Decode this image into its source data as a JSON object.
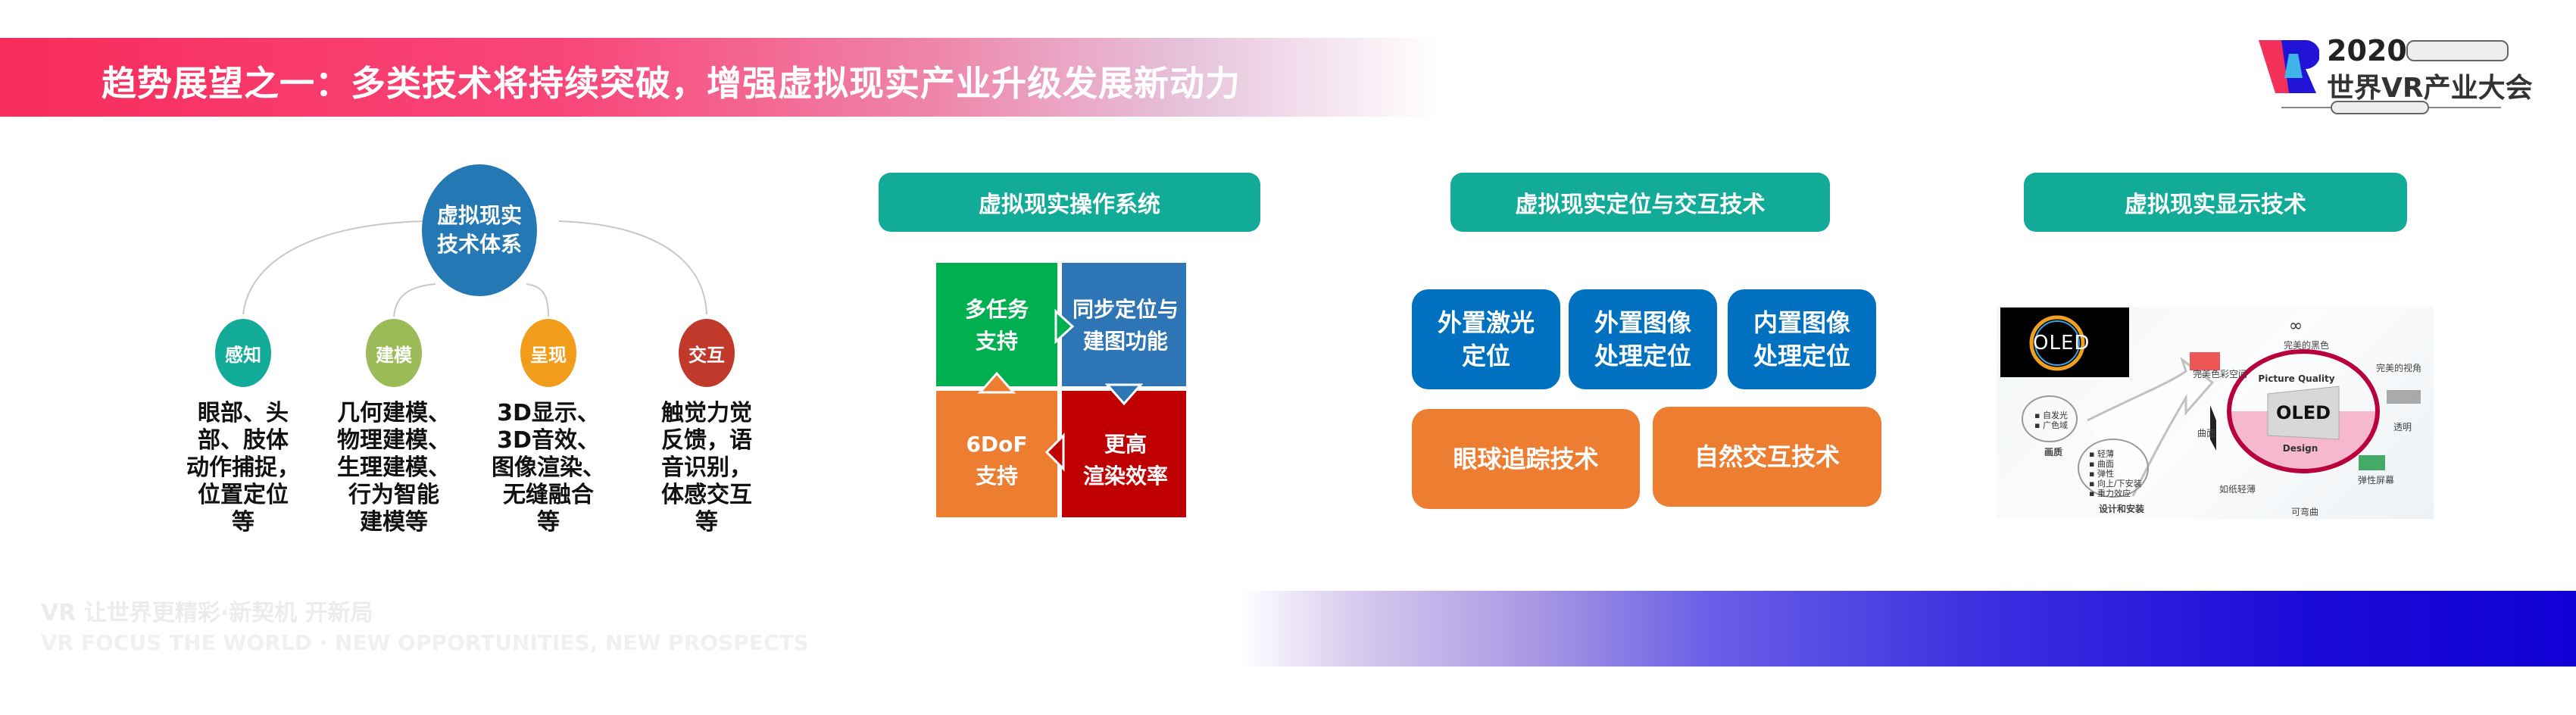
{
  "header": {
    "title": "趋势展望之一：多类技术将持续突破，增强虚拟现实产业升级发展新动力"
  },
  "logo": {
    "year": "2020",
    "name": "世界VR产业大会"
  },
  "tech_system": {
    "center": "虚拟现实技术体系",
    "center_lines": [
      "虚拟现实",
      "技术体系"
    ],
    "branches": [
      {
        "label": "感知",
        "color": "#12ab98",
        "lines": [
          "眼部、头",
          "部、肢体",
          "动作捕捉，",
          "位置定位",
          "等"
        ]
      },
      {
        "label": "建模",
        "color": "#9bbb59",
        "lines": [
          "几何建模、",
          "物理建模、",
          "生理建模、",
          "行为智能",
          "建模等"
        ]
      },
      {
        "label": "呈现",
        "color": "#f29c1b",
        "lines": [
          "3D显示、",
          "3D音效、",
          "图像渲染、",
          "无缝融合",
          "等"
        ]
      },
      {
        "label": "交互",
        "color": "#c0392b",
        "lines": [
          "触觉力觉",
          "反馈，语",
          "音识别，",
          "体感交互",
          "等"
        ]
      }
    ]
  },
  "os": {
    "title": "虚拟现实操作系统",
    "tiles": [
      {
        "lines": [
          "多任务",
          "支持"
        ],
        "color": "#00b050"
      },
      {
        "lines": [
          "同步定位与",
          "建图功能"
        ],
        "color": "#2e75b6"
      },
      {
        "lines": [
          "6DoF",
          "支持"
        ],
        "color": "#ed7d31"
      },
      {
        "lines": [
          "更高",
          "渲染效率"
        ],
        "color": "#c00000"
      }
    ]
  },
  "interaction": {
    "title": "虚拟现实定位与交互技术",
    "positioning": [
      {
        "lines": [
          "外置激光",
          "定位"
        ]
      },
      {
        "lines": [
          "外置图像",
          "处理定位"
        ]
      },
      {
        "lines": [
          "内置图像",
          "处理定位"
        ]
      }
    ],
    "interaction": [
      "眼球追踪技术",
      "自然交互技术"
    ]
  },
  "display": {
    "title": "虚拟现实显示技术",
    "image": {
      "logo": "OLED",
      "quality_items": [
        "自发光",
        "广色域"
      ],
      "quality_label": "画质",
      "design_items": [
        "轻薄",
        "曲面",
        "弹性",
        "向上/下安装",
        "重力效应"
      ],
      "design_label": "设计和安装",
      "picture_quality": "Picture Quality",
      "design": "Design",
      "center_logo": "OLED",
      "features": [
        "完美的黑色",
        "完美的视角",
        "透明",
        "弹性屏幕",
        "可弯曲",
        "如纸轻薄",
        "曲面",
        "完美色彩空间"
      ]
    }
  },
  "footer": {
    "cn": "VR 让世界更精彩·新契机 开新局",
    "en": "VR FOCUS THE WORLD · NEW OPPORTUNITIES, NEW PROSPECTS"
  }
}
